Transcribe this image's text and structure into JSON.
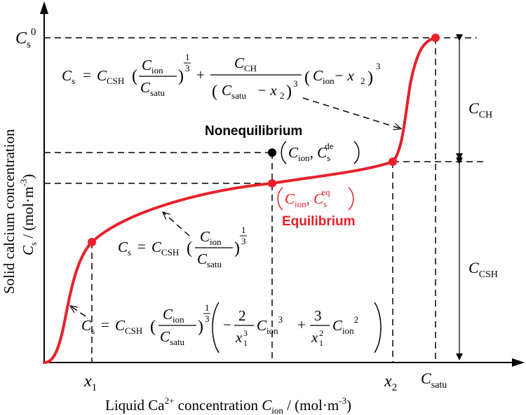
{
  "axes": {
    "x_label": {
      "main": "Liquid Ca",
      "sup": "2+",
      "mid": " concentration ",
      "var": "C",
      "sub": "ion",
      "unit_a": " / (mol·m",
      "unit_sup": "-3",
      "unit_b": ")"
    },
    "y_label_line1": "Solid calcium concentration",
    "y_label_line2": {
      "var": "C",
      "sub": "s",
      "unit_a": " / (mol·m",
      "unit_sup": "-3",
      "unit_b": ")"
    },
    "x_ticks": [
      {
        "var": "x",
        "sub": "1"
      },
      {
        "var": "x",
        "sub": "2"
      },
      {
        "var": "C",
        "sub": "satu"
      }
    ],
    "y_tick": {
      "var": "C",
      "sub": "s",
      "sup": "0"
    }
  },
  "brackets": {
    "ch": {
      "var": "C",
      "sub": "CH"
    },
    "csh": {
      "var": "C",
      "sub": "CSH"
    }
  },
  "labels": {
    "nonequilibrium": "Nonequilibrium",
    "nonequilibrium_point": {
      "var1": "C",
      "sub1": "ion",
      "var2": "C",
      "sub2": "s",
      "sup2": "de"
    },
    "equilibrium": "Equilibrium",
    "equilibrium_point": {
      "var1": "C",
      "sub1": "ion",
      "var2": "C",
      "sub2": "s",
      "sup2": "eq"
    }
  },
  "equations": {
    "eq_top": {
      "lhs": "C",
      "lhs_sub": "s",
      "eq": "=",
      "c1": "C",
      "c1_sub": "CSH",
      "num1": "C",
      "num1_sub": "ion",
      "den1": "C",
      "den1_sub": "satu",
      "exp1": "1",
      "exp1_den": "3",
      "plus": "+",
      "num2": "C",
      "num2_sub": "CH",
      "den2a": "C",
      "den2a_sub": "satu",
      "den2_minus": "− x",
      "den2_sub": "2",
      "den2_exp": "3",
      "tail_a": "C",
      "tail_a_sub": "ion",
      "tail_minus": " − x",
      "tail_sub": "2",
      "tail_exp": "3"
    },
    "eq_mid": {
      "lhs": "C",
      "lhs_sub": "s",
      "eq": "=",
      "c1": "C",
      "c1_sub": "CSH",
      "num1": "C",
      "num1_sub": "ion",
      "den1": "C",
      "den1_sub": "satu",
      "exp1": "1",
      "exp1_den": "3"
    },
    "eq_bottom": {
      "lhs": "C",
      "lhs_sub": "s",
      "eq": "=",
      "c1": "C",
      "c1_sub": "CSH",
      "num1": "C",
      "num1_sub": "ion",
      "den1": "C",
      "den1_sub": "satu",
      "exp1": "1",
      "exp1_den": "3",
      "minus": "−",
      "f1_num": "2",
      "f1_den": "x",
      "f1_den_sub": "1",
      "f1_den_sup": "3",
      "t1": "C",
      "t1_sub": "ion",
      "t1_sup": "3",
      "plus": "+",
      "f2_num": "3",
      "f2_den": "x",
      "f2_den_sub": "1",
      "f2_den_sup": "2",
      "t2": "C",
      "t2_sub": "ion",
      "t2_sup": "2"
    }
  },
  "colors": {
    "curve": "#e8202a",
    "eq_label": "#e8202a",
    "black": "#000000"
  }
}
